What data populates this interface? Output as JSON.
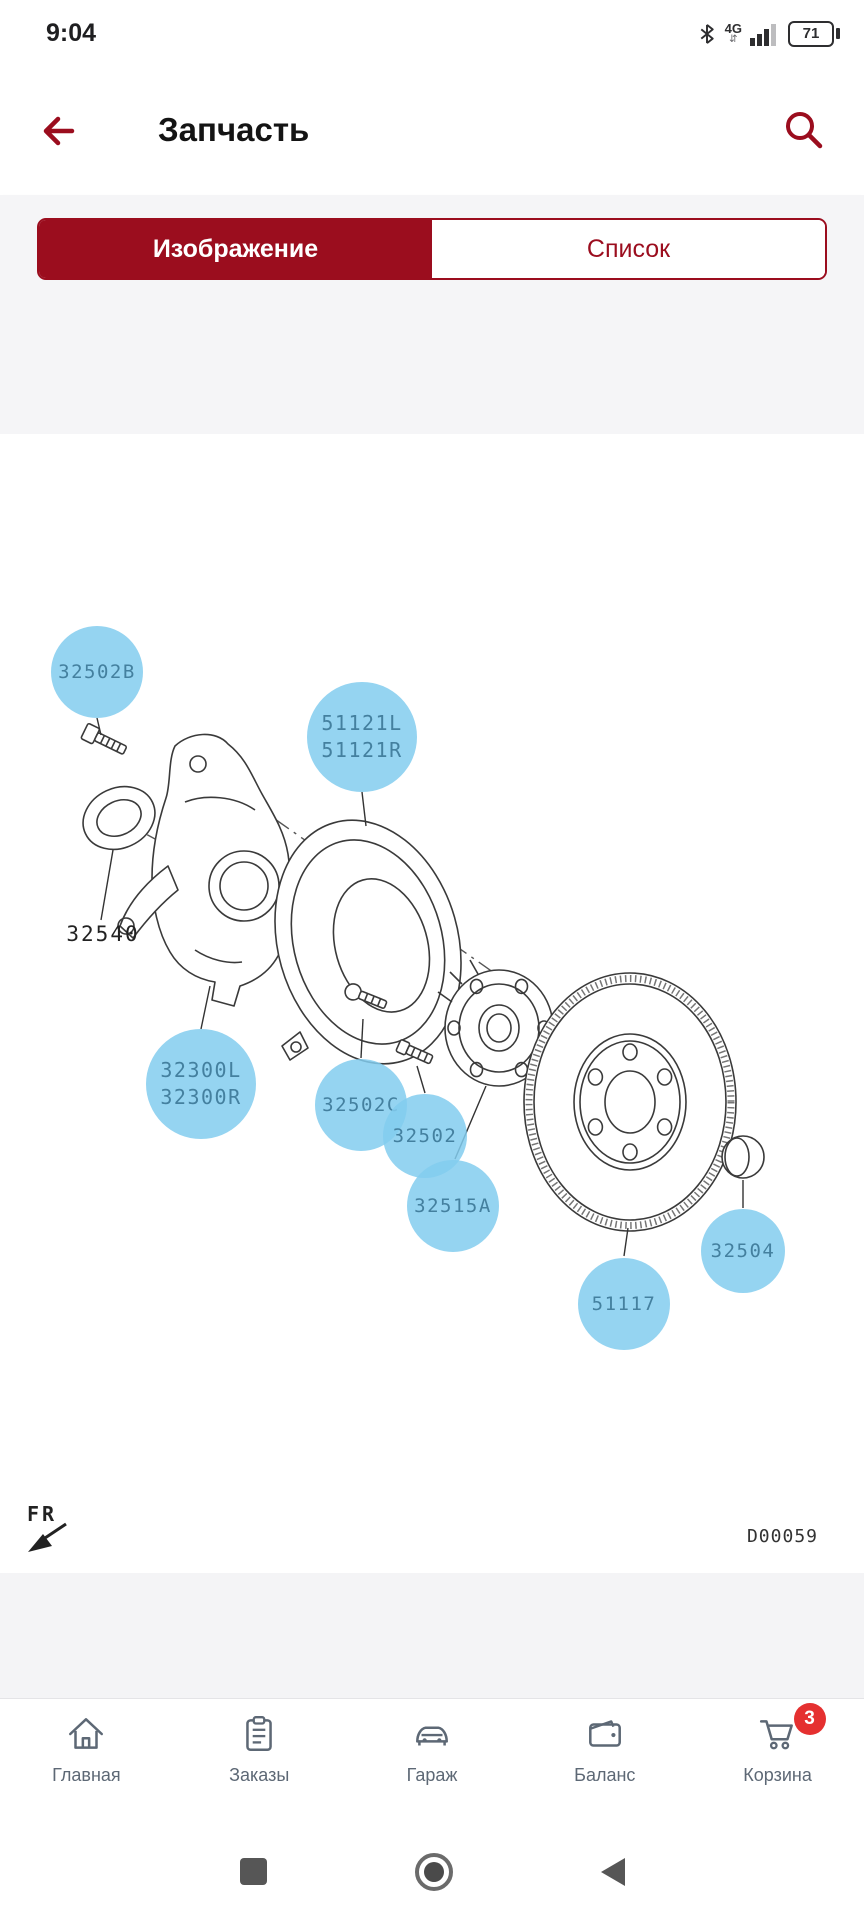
{
  "status_bar": {
    "time": "9:04",
    "network": "4G",
    "battery": "71"
  },
  "header": {
    "title": "Запчасть"
  },
  "tabs": {
    "image": "Изображение",
    "list": "Список"
  },
  "diagram": {
    "bubbles": [
      {
        "label": "32502B"
      },
      {
        "label": "51121L",
        "label2": "51121R"
      },
      {
        "label": "32300L",
        "label2": "32300R"
      },
      {
        "label": "32502C"
      },
      {
        "label": "32502"
      },
      {
        "label": "32515A"
      },
      {
        "label": "51117"
      },
      {
        "label": "32504"
      }
    ],
    "plain_label": "32540",
    "fr_label": "FR",
    "drawing_code": "D00059"
  },
  "bottom_nav": {
    "items": [
      {
        "label": "Главная"
      },
      {
        "label": "Заказы"
      },
      {
        "label": "Гараж"
      },
      {
        "label": "Баланс"
      },
      {
        "label": "Корзина",
        "badge": "3"
      }
    ]
  },
  "colors": {
    "accent": "#9b0d1e",
    "bubble_fill": "#83ccee",
    "bubble_text": "#44809f",
    "badge": "#e53030"
  }
}
